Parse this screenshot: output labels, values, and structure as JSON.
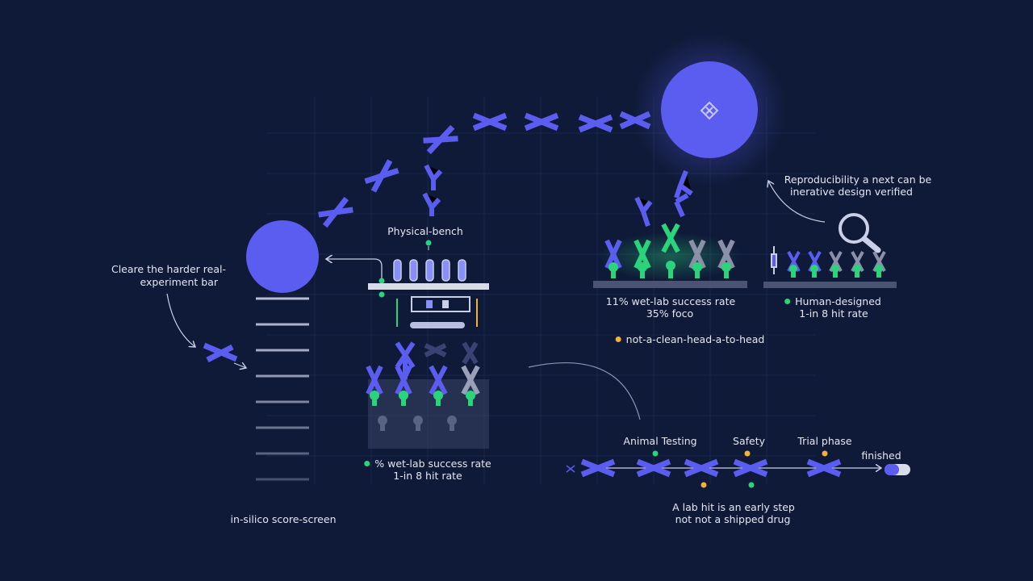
{
  "colors": {
    "background": "#0f1a38",
    "accent": "#5b5cf0",
    "hit": "#2bd37a",
    "marker": "#f2b13a",
    "grid": "#22305a"
  },
  "icons": {
    "goal_node": "diamond-logo-icon",
    "magnifier": "magnifier-icon",
    "ladder": "ladder-icon",
    "pipette": "pipette-icon",
    "toggle": "toggle-icon"
  },
  "ladder": {
    "callout_line1": "Cleare the harder real-",
    "callout_line2": "experiment bar",
    "bottom_label": "in-silico score-screen"
  },
  "bench": {
    "title": "Physical-bench",
    "stat_line1": "% wet-lab success rate",
    "stat_line2": "1-in 8 hit rate"
  },
  "ai_panel": {
    "stat_line1": "11% wet-lab success rate",
    "stat_line2": "35% foco",
    "caveat": "not-a-clean-head-a-to-head"
  },
  "human_panel": {
    "stat_line1": "Human-designed",
    "stat_line2": "1-in 8 hit rate"
  },
  "reproducibility": {
    "line1": "Reproducibility a next can be",
    "line2": "inerative design verified"
  },
  "pipeline": {
    "stages": [
      "Animal Testing",
      "Safety",
      "Trial phase",
      "finished"
    ],
    "note_line1": "A lab hit is an early step",
    "note_line2": "not not a shipped drug"
  }
}
